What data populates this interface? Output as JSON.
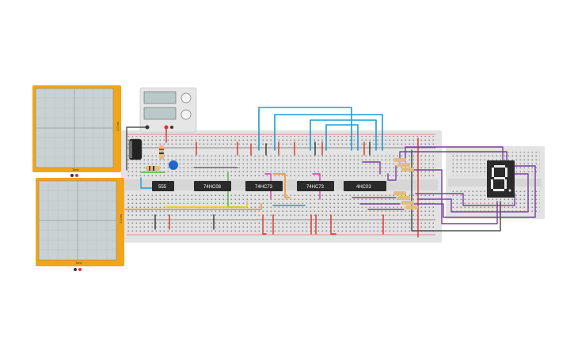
{
  "colors": {
    "breadboard": "#e2e2e2",
    "rail_red": "#e0312b",
    "rail_black": "#333333",
    "oscilloscope_frame": "#f2a516",
    "oscilloscope_screen": "#c9d2d3",
    "wire_blue": "#1d9bd1",
    "wire_purple": "#7b3fa0",
    "wire_orange": "#f28c1b",
    "wire_green": "#4cbb3c",
    "wire_yellow": "#f2c21b",
    "wire_magenta": "#d23fa2",
    "wire_black": "#333333",
    "wire_red": "#e0312b",
    "seven_segment_body": "#2a2a2a",
    "seven_segment_segment": "#e9e9e9"
  },
  "ics": [
    {
      "label": "555"
    },
    {
      "label": "74HC08"
    },
    {
      "label": "74HC73"
    },
    {
      "label": "74HC73"
    },
    {
      "label": "4HC03"
    }
  ],
  "oscilloscopes": [
    {
      "side_label": "1.0 ms",
      "bottom_label": "Time"
    },
    {
      "side_label": "1.0 ms",
      "bottom_label": "Time"
    }
  ],
  "power_supply": {
    "top_display": "",
    "bottom_display": ""
  },
  "seven_segment": {
    "digit": "8"
  },
  "icons": [
    "oscilloscope-icon",
    "power-supply-icon",
    "capacitor-icon",
    "resistor-icon",
    "seven-segment-icon"
  ]
}
